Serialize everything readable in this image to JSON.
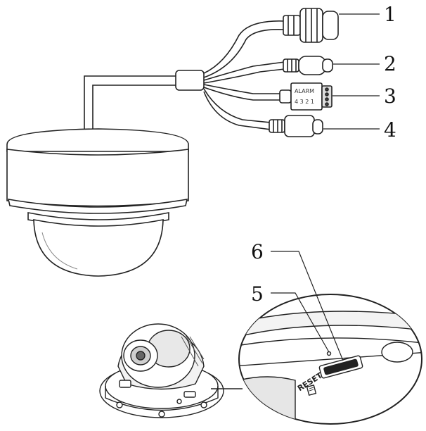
{
  "callouts": {
    "c1": "1",
    "c2": "2",
    "c3": "3",
    "c4": "4",
    "c5": "5",
    "c6": "6"
  },
  "alarm_connector": {
    "label": "ALARM",
    "pins": "4 3 2 1"
  },
  "inset": {
    "reset_label": "RESET"
  },
  "colors": {
    "line": "#222222",
    "fill": "#ffffff",
    "shade": "#d8d8d8"
  }
}
